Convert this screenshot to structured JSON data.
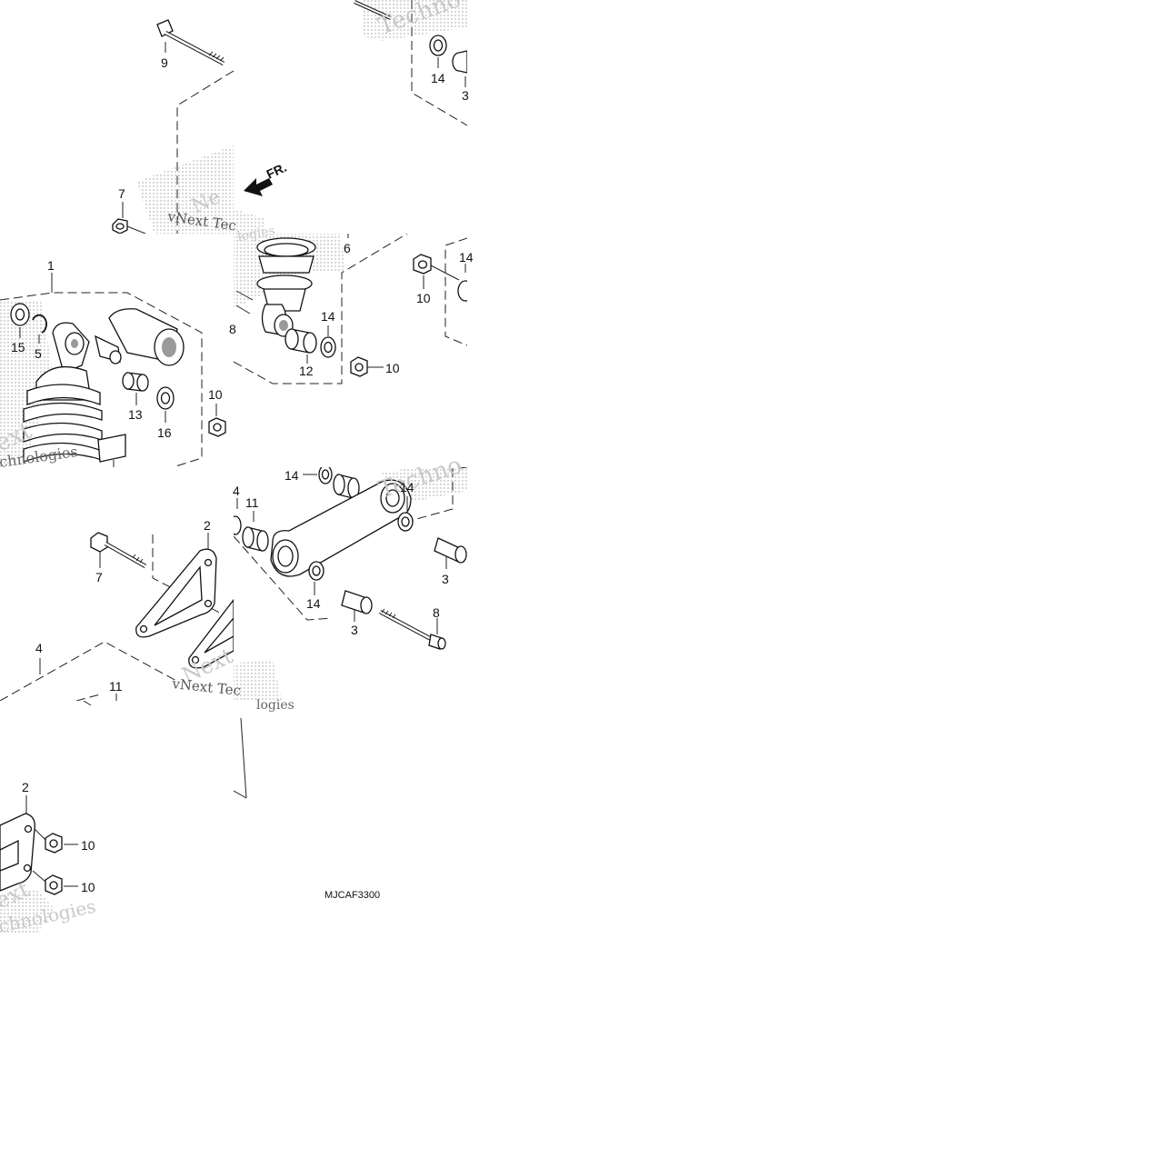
{
  "diagram": {
    "drawing_code": "MJCAF3300",
    "direction_label": "FR.",
    "watermarks": {
      "brand": "vNext Tec",
      "brand_b": "vNext Tec",
      "word_a": "Techno",
      "word_b": "Techno",
      "word_c": "chnologies",
      "word_d": "chnologies",
      "word_e": "logies",
      "word_f": "logies",
      "word_g": "Next",
      "word_h": "ext",
      "word_i": "Ne"
    },
    "callouts": [
      {
        "id": "c9",
        "label": "9"
      },
      {
        "id": "c14a",
        "label": "14"
      },
      {
        "id": "c3a",
        "label": "3"
      },
      {
        "id": "c7a",
        "label": "7"
      },
      {
        "id": "c6",
        "label": "6"
      },
      {
        "id": "c1",
        "label": "1"
      },
      {
        "id": "c10a",
        "label": "10"
      },
      {
        "id": "c14b",
        "label": "14"
      },
      {
        "id": "c15",
        "label": "15"
      },
      {
        "id": "c5",
        "label": "5"
      },
      {
        "id": "c8a",
        "label": "8"
      },
      {
        "id": "c14c",
        "label": "14"
      },
      {
        "id": "c12",
        "label": "12"
      },
      {
        "id": "c10b",
        "label": "10"
      },
      {
        "id": "c13",
        "label": "13"
      },
      {
        "id": "c10c",
        "label": "10"
      },
      {
        "id": "c16",
        "label": "16"
      },
      {
        "id": "c14d",
        "label": "14"
      },
      {
        "id": "c4a",
        "label": "4"
      },
      {
        "id": "c11a",
        "label": "11"
      },
      {
        "id": "c14e",
        "label": "14"
      },
      {
        "id": "c2a",
        "label": "2"
      },
      {
        "id": "c7b",
        "label": "7"
      },
      {
        "id": "c3b",
        "label": "3"
      },
      {
        "id": "c14f",
        "label": "14"
      },
      {
        "id": "c3c",
        "label": "3"
      },
      {
        "id": "c8b",
        "label": "8"
      },
      {
        "id": "c4b",
        "label": "4"
      },
      {
        "id": "c11b",
        "label": "11"
      },
      {
        "id": "c2b",
        "label": "2"
      },
      {
        "id": "c10d",
        "label": "10"
      },
      {
        "id": "c10e",
        "label": "10"
      }
    ]
  }
}
